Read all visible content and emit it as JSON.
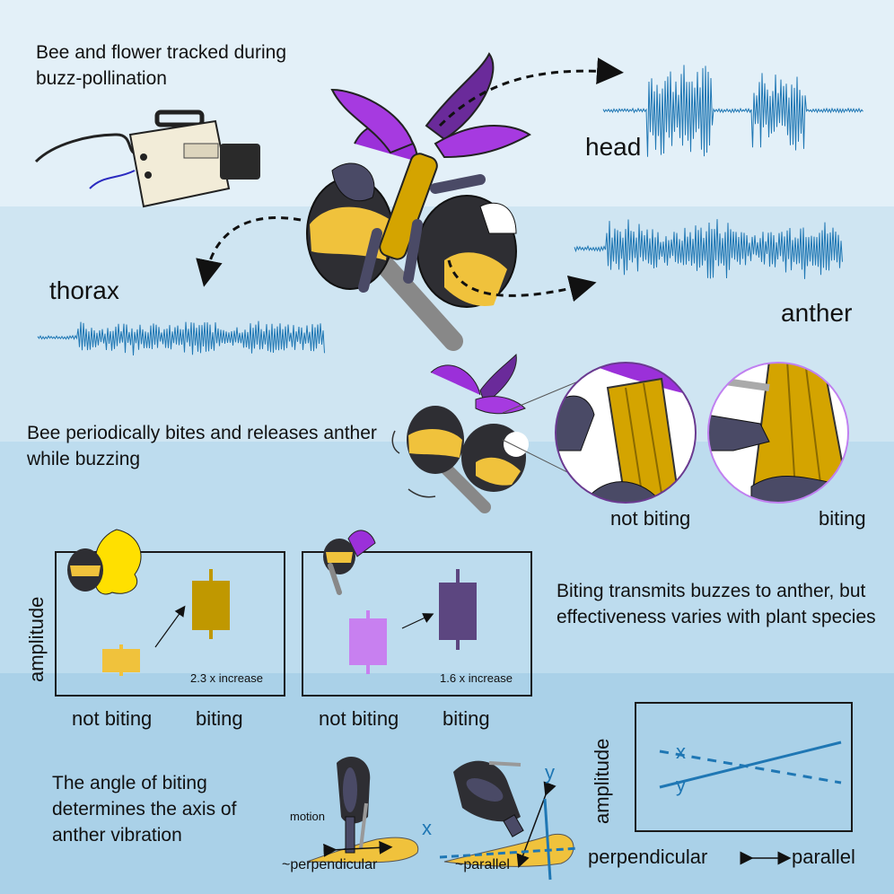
{
  "sections": {
    "tracking": {
      "caption": "Bee and flower tracked during buzz-pollination",
      "labels": {
        "head": "head",
        "thorax": "thorax",
        "anther": "anther"
      }
    },
    "biting": {
      "caption": "Bee periodically bites and releases anther while buzzing",
      "inset_labels": {
        "not_biting": "not biting",
        "biting": "biting"
      }
    },
    "transmission": {
      "caption": "Biting transmits buzzes to anther, but effectiveness varies with plant species",
      "ylabel": "amplitude",
      "panels": [
        {
          "note": "2.3 x increase",
          "x_labels": [
            "not biting",
            "biting"
          ],
          "colors": [
            "#f0c23c",
            "#c09800"
          ]
        },
        {
          "note": "1.6 x increase",
          "x_labels": [
            "not biting",
            "biting"
          ],
          "colors": [
            "#c880f0",
            "#5c4680"
          ]
        }
      ]
    },
    "angle": {
      "caption": "The angle of biting determines the axis of anther vibration",
      "motion_label": "motion",
      "perpendicular_label": "~perpendicular",
      "parallel_label": "~parallel",
      "axis_x": "x",
      "axis_y": "y",
      "plot": {
        "ylabel": "amplitude",
        "series_x": "x",
        "series_y": "y",
        "left_label": "perpendicular",
        "right_label": "parallel"
      }
    }
  },
  "colors": {
    "wave": "#1f77b4",
    "band1": "#e3f0f8",
    "band2": "#cfe5f2",
    "band3": "#bddcee",
    "band4": "#aad1e8",
    "lilac": "#9b30d9",
    "anther": "#d4a400"
  }
}
